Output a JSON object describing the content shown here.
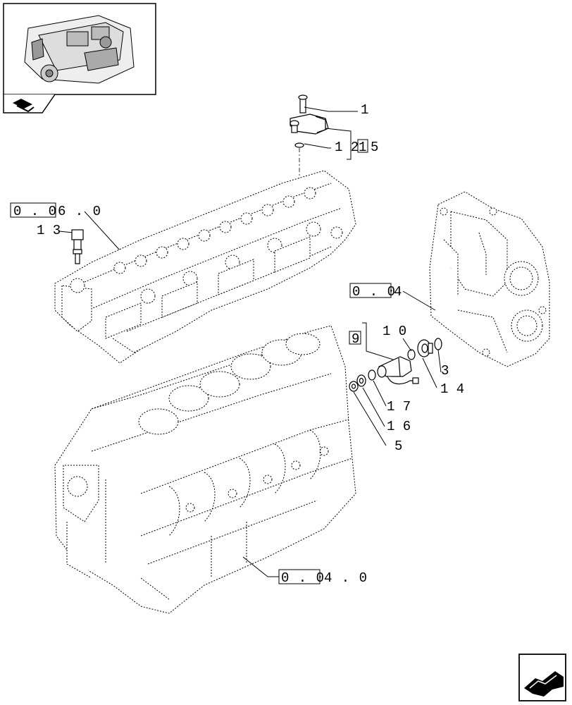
{
  "diagram": {
    "thumbnail": {
      "icon": "engine-thumbnail-icon"
    },
    "nav_icons": {
      "top": "book-page-arrow-icon",
      "bottom": "next-page-arrow-icon"
    },
    "references": {
      "cylinder_head": {
        "boxed": "0 . 0",
        "rest": "6 . 0"
      },
      "gear_housing": {
        "boxed": "0 . 0",
        "rest": "4"
      },
      "cylinder_block": {
        "boxed": "0 . 0",
        "rest": "4 . 0"
      },
      "sensor_kit": {
        "boxed": "9"
      },
      "sensor_group_a": "1 2",
      "sensor_group_b": {
        "boxed": "1",
        "rest": "5"
      }
    },
    "callouts": {
      "c1": "1",
      "c13": "1 3",
      "c10": "1 0",
      "c3": "3",
      "c14": "1 4",
      "c17": "1 7",
      "c16": "1 6",
      "c5": "5"
    }
  }
}
